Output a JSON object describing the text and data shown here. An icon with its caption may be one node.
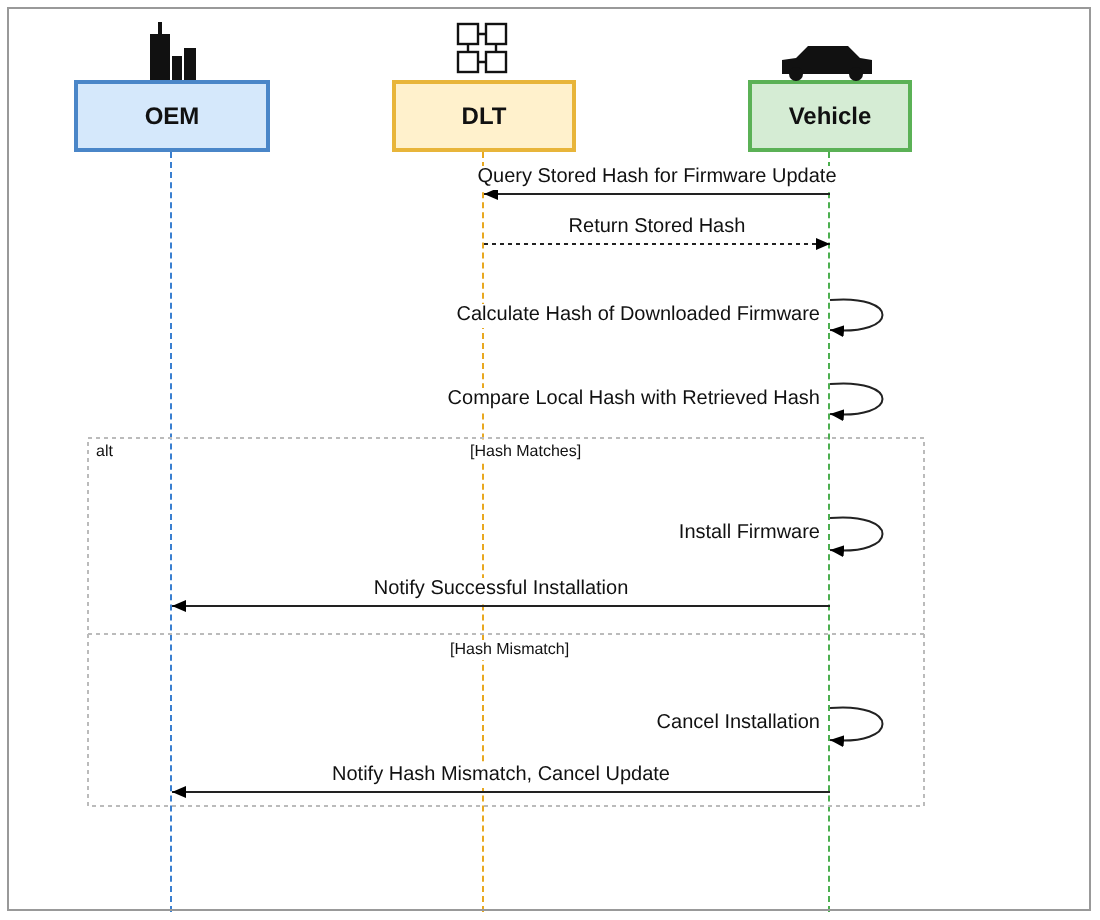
{
  "diagram": {
    "nodes": [
      {
        "text": [
          "OEM"
        ]
      },
      {
        "text": [
          "DLT"
        ]
      },
      {
        "text": [
          "Vehicle"
        ]
      },
      {
        "text": [],
        "shape": "line"
      },
      {
        "text": [],
        "shape": "line"
      },
      {
        "text": [],
        "shape": "line"
      }
    ],
    "edges": [
      {
        "from": 5,
        "to": 4,
        "arrow": "to",
        "label": "Query Stored Hash for Firmware Update"
      },
      {
        "from": 4,
        "to": 5,
        "arrow": "to",
        "label": "Return Stored Hash",
        "style": "dashed"
      },
      {
        "from": 5,
        "to": 5,
        "arrow": "to",
        "label": "Calculate Hash of Downloaded Firmware"
      },
      {
        "from": 5,
        "to": 5,
        "arrow": "to",
        "label": "Compare Local Hash with Retrieved Hash"
      },
      {
        "from": 5,
        "to": 5,
        "arrow": "to",
        "label": "Install Firmware"
      },
      {
        "from": 5,
        "to": 3,
        "arrow": "to",
        "label": "Notify Successful Installation"
      },
      {
        "from": 5,
        "to": 5,
        "arrow": "to",
        "label": "Cancel Installation"
      },
      {
        "from": 5,
        "to": 3,
        "arrow": "to",
        "label": "Notify Hash Mismatch, Cancel Update"
      }
    ],
    "labels": [
      "alt",
      "[Hash Matches]",
      "[Hash Mismatch]"
    ]
  }
}
